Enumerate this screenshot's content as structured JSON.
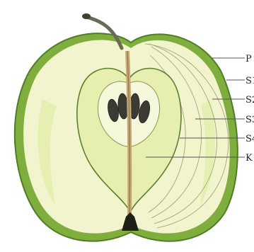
{
  "figure": {
    "labels": [
      {
        "id": "P",
        "text": "P"
      },
      {
        "id": "S1",
        "text": "S1"
      },
      {
        "id": "S2",
        "text": "S2"
      },
      {
        "id": "S3",
        "text": "S3"
      },
      {
        "id": "S4",
        "text": "S4"
      },
      {
        "id": "K",
        "text": "K"
      }
    ]
  },
  "colors": {
    "peel": "#7fae3e",
    "peel_dark": "#4f7d22",
    "flesh": "#f1f4cc",
    "flesh_shade": "#e2eba6",
    "core": "#e6eeb0",
    "seed": "#3b3b33",
    "stem": "#6b6b55",
    "leader": "#555555"
  }
}
